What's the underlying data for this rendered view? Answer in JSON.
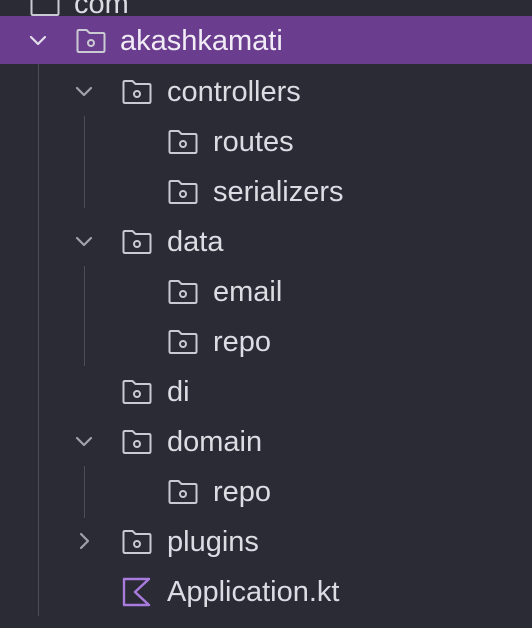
{
  "colors": {
    "background": "#2b2b36",
    "selection": "#6b3d8e",
    "text": "#dcdde3",
    "icon_stroke": "#c9cad2",
    "kotlin_icon": "#a97bdc",
    "guide_line": "#4b4d58"
  },
  "tree": {
    "items": [
      {
        "label": "com",
        "icon": "folder-icon",
        "expanded": true
      },
      {
        "label": "akashkamati",
        "icon": "package-folder-icon",
        "expanded": true,
        "selected": true
      },
      {
        "label": "controllers",
        "icon": "package-folder-icon",
        "expanded": true
      },
      {
        "label": "routes",
        "icon": "package-folder-icon"
      },
      {
        "label": "serializers",
        "icon": "package-folder-icon"
      },
      {
        "label": "data",
        "icon": "package-folder-icon",
        "expanded": true
      },
      {
        "label": "email",
        "icon": "package-folder-icon"
      },
      {
        "label": "repo",
        "icon": "package-folder-icon"
      },
      {
        "label": "di",
        "icon": "package-folder-icon"
      },
      {
        "label": "domain",
        "icon": "package-folder-icon",
        "expanded": true
      },
      {
        "label": "repo",
        "icon": "package-folder-icon"
      },
      {
        "label": "plugins",
        "icon": "package-folder-icon",
        "expanded": false
      },
      {
        "label": "Application.kt",
        "icon": "kotlin-file-icon"
      }
    ]
  }
}
